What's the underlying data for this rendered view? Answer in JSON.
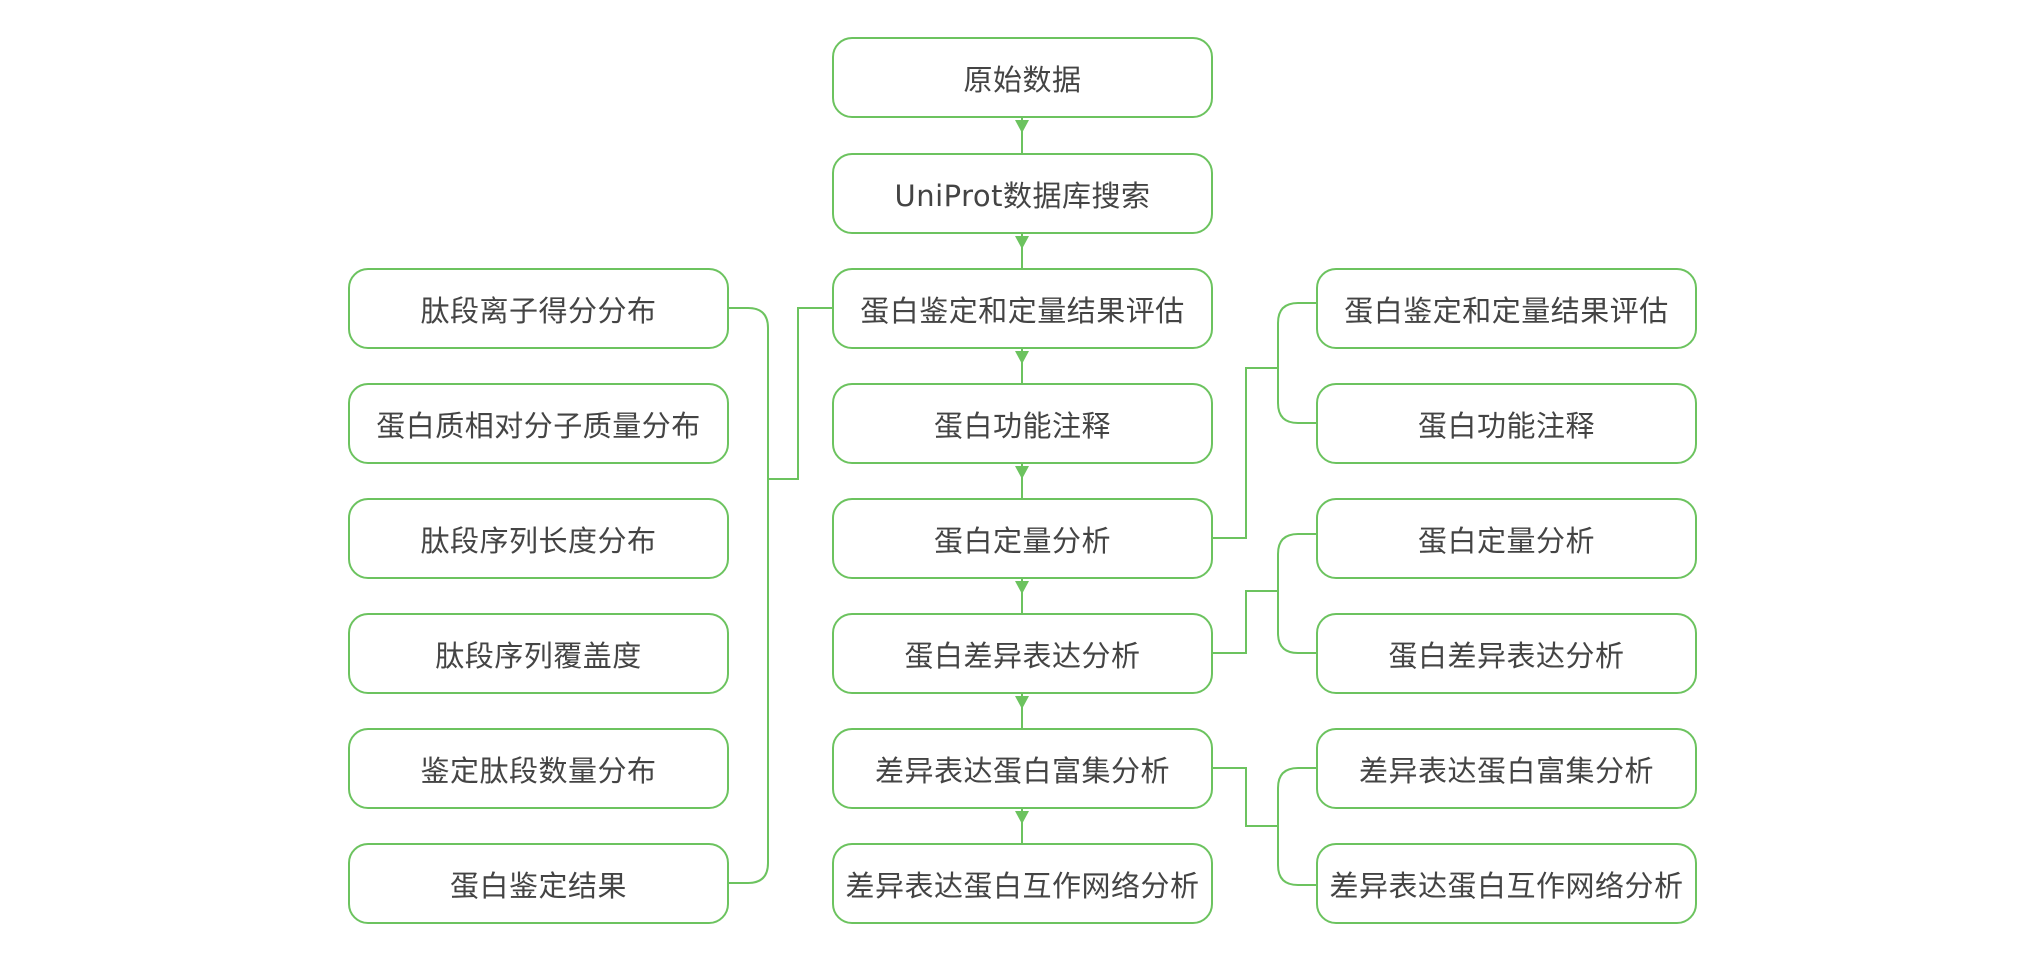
{
  "colors": {
    "accent": "#6cc35f",
    "text": "#444444",
    "background": "#ffffff"
  },
  "diagram": {
    "left_column": [
      "肽段离子得分分布",
      "蛋白质相对分子质量分布",
      "肽段序列长度分布",
      "肽段序列覆盖度",
      "鉴定肽段数量分布",
      "蛋白鉴定结果"
    ],
    "center_column": [
      "原始数据",
      "UniProt数据库搜索",
      "蛋白鉴定和定量结果评估",
      "蛋白功能注释",
      "蛋白定量分析",
      "蛋白差异表达分析",
      "差异表达蛋白富集分析",
      "差异表达蛋白互作网络分析"
    ],
    "right_column": [
      "蛋白鉴定和定量结果评估",
      "蛋白功能注释",
      "蛋白定量分析",
      "蛋白差异表达分析",
      "差异表达蛋白富集分析",
      "差异表达蛋白互作网络分析"
    ]
  }
}
